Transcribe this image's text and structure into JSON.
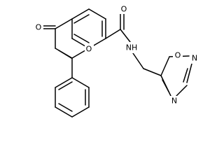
{
  "atoms": {
    "carbonyl_o_ring": "O",
    "ring_o": "O",
    "amide_o": "O",
    "amide_nh": "NH",
    "oxadiazole_o": "O",
    "oxadiazole_n_right": "N",
    "oxadiazole_n_left": "N"
  },
  "colors": {
    "bond": "#000000",
    "label": "#000000",
    "background": "#ffffff"
  }
}
